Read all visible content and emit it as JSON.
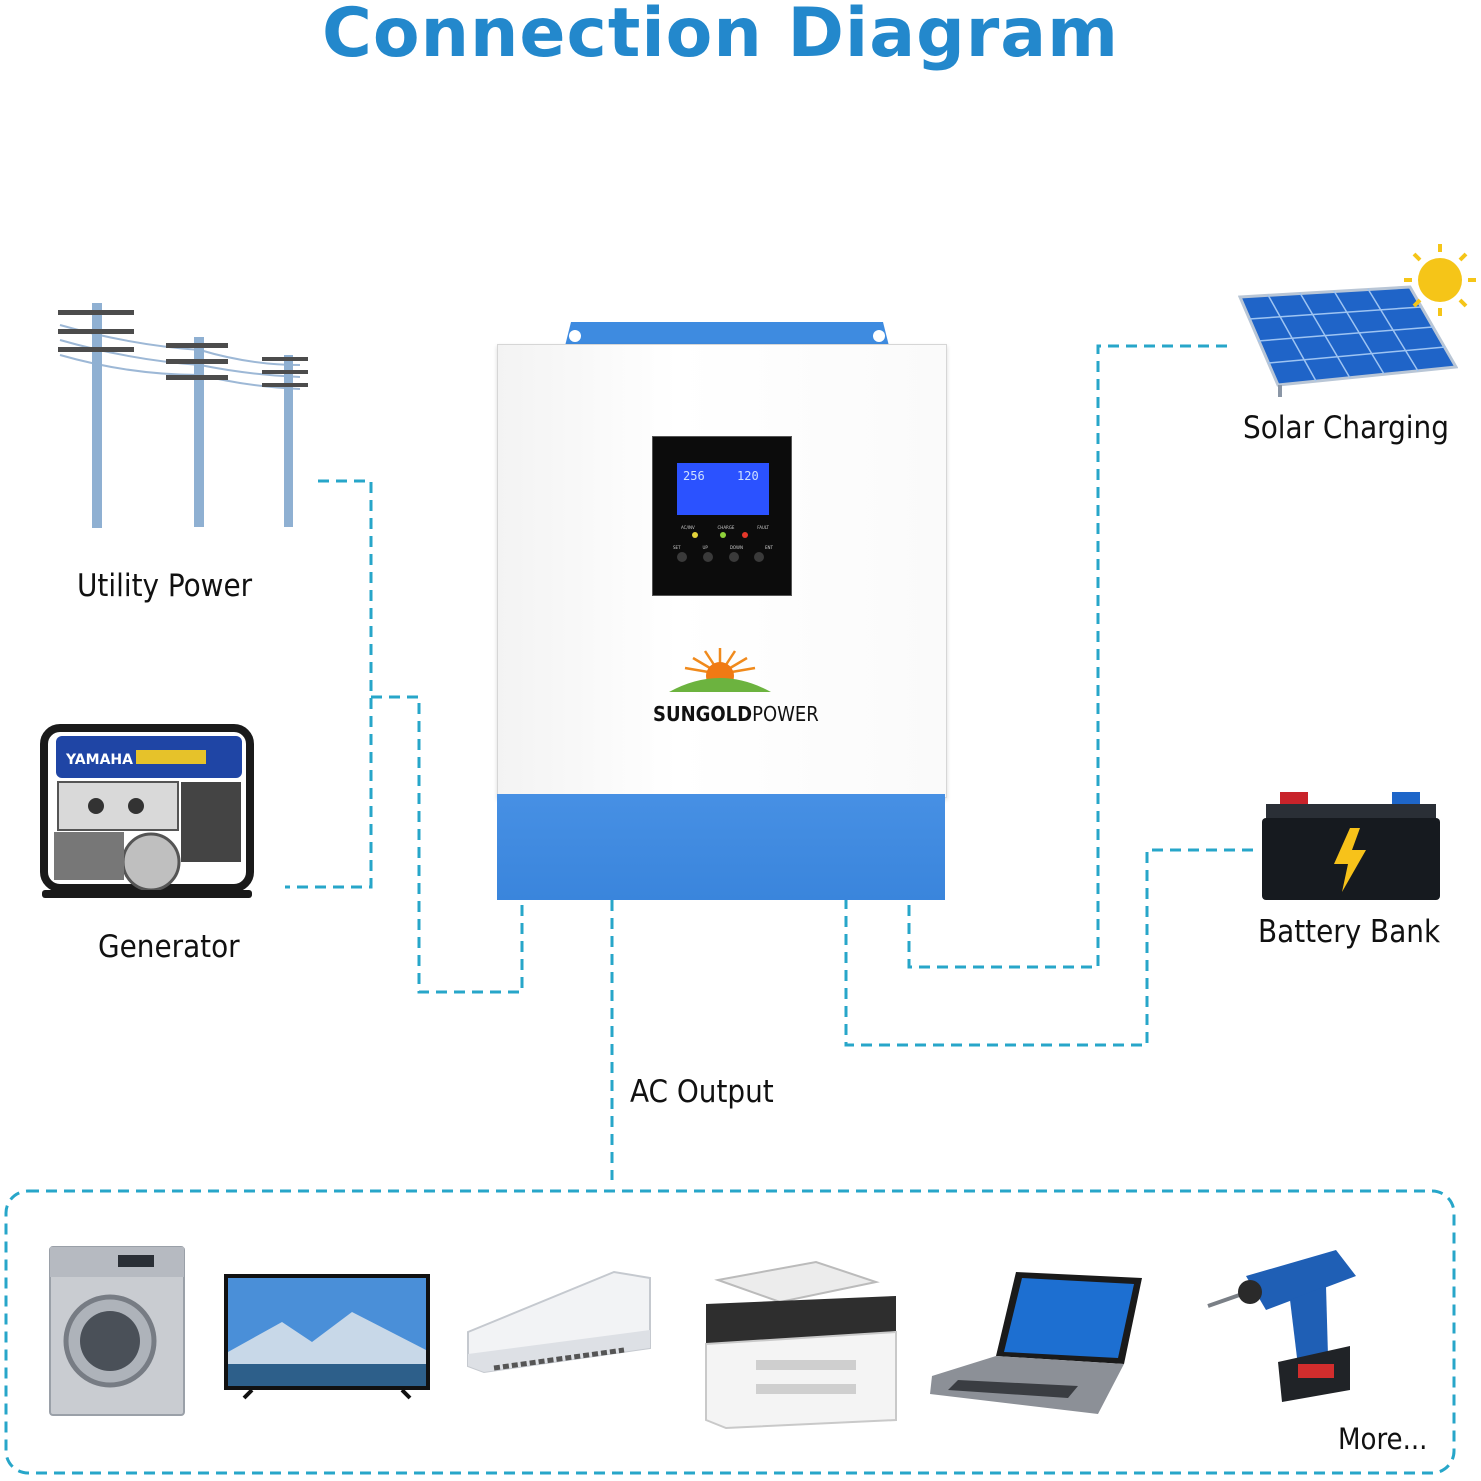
{
  "title": "Connection Diagram",
  "labels": {
    "utility": "Utility Power",
    "generator": "Generator",
    "solar": "Solar Charging",
    "battery": "Battery Bank",
    "ac_output": "AC Output",
    "more": "More..."
  },
  "inverter": {
    "brand_bold": "SUNGOLD",
    "brand_light": "POWER",
    "lcd_left": "256",
    "lcd_right": "120",
    "leds": [
      "AC/INV",
      "CHARGE",
      "FAULT"
    ],
    "buttons": [
      "SET",
      "UP",
      "DOWN",
      "ENT"
    ]
  },
  "colors": {
    "title": "#2388cc",
    "connector": "#27a6c9",
    "inverter_blue": "#3e8be0",
    "label": "#111111"
  },
  "icons": {
    "utility": "power-poles-icon",
    "generator": "generator-icon",
    "solar": "solar-panel-icon",
    "sun": "sun-icon",
    "battery": "battery-icon",
    "appliances": [
      "washing-machine-icon",
      "tv-icon",
      "air-conditioner-icon",
      "printer-icon",
      "laptop-icon",
      "drill-icon"
    ]
  }
}
